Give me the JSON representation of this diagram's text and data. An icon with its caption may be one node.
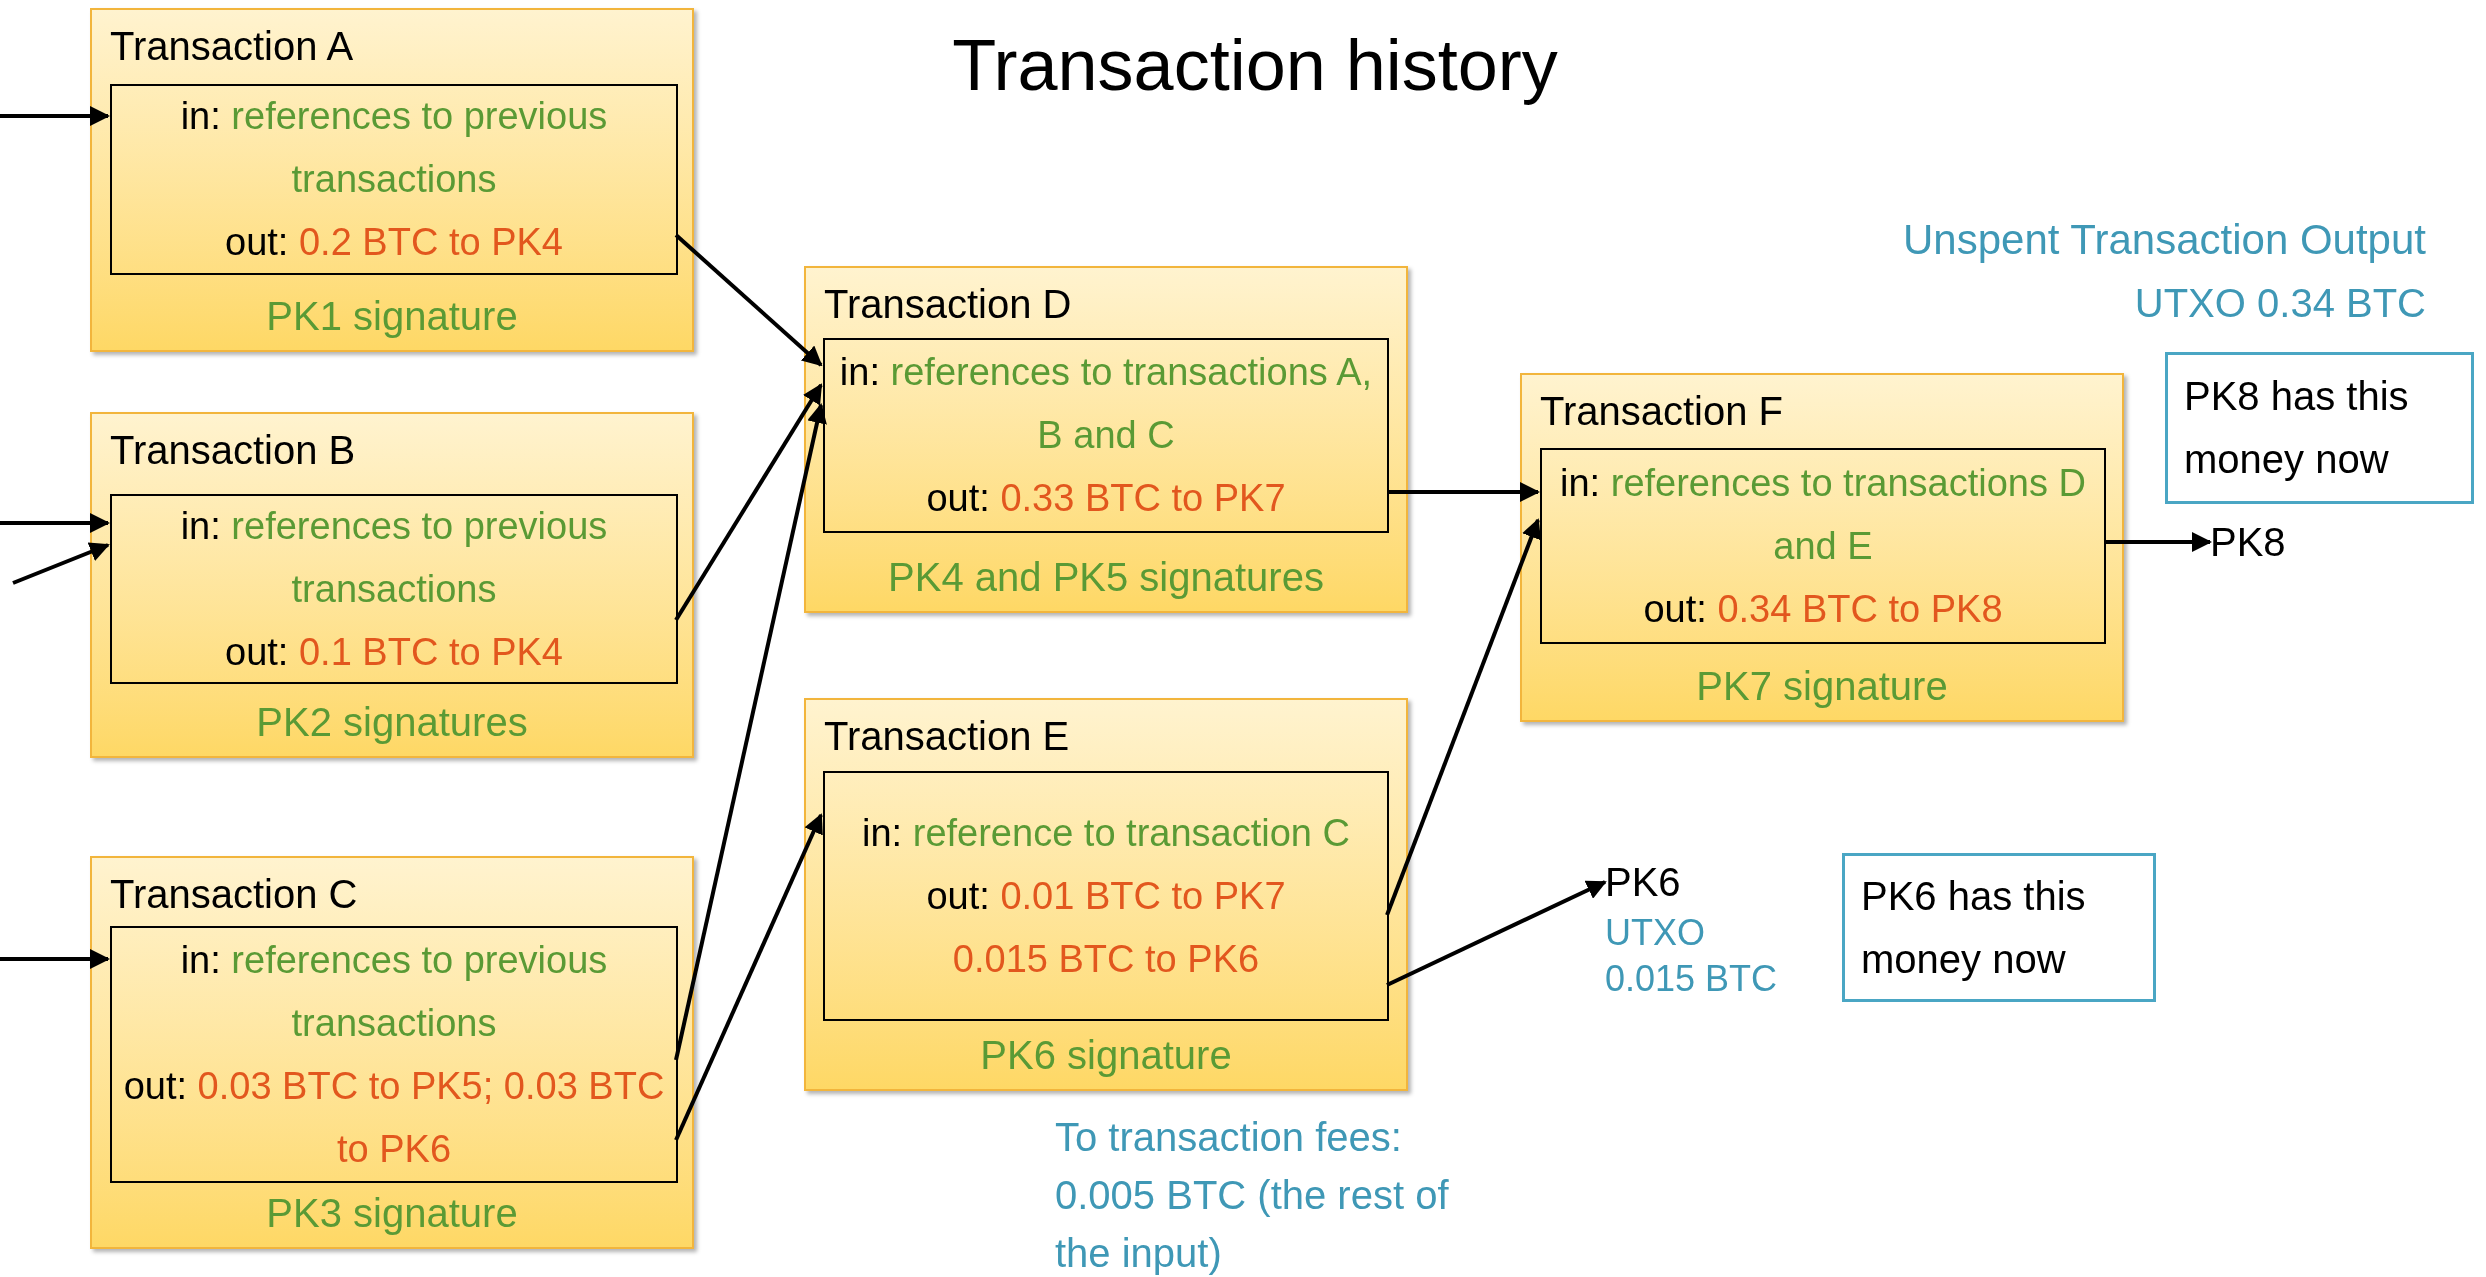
{
  "diagram": {
    "title": "Transaction history",
    "nodes": [
      {
        "text": [
          "Transaction A",
          "PK1 signature"
        ]
      },
      {
        "text": [
          "in: references to previous transactions",
          "out: 0.2 BTC to PK4"
        ],
        "in": 0
      },
      {
        "text": [
          "Transaction B",
          "PK2 signatures"
        ]
      },
      {
        "text": [
          "in: references to previous transactions",
          "out: 0.1 BTC  to PK4"
        ],
        "in": 2
      },
      {
        "text": [
          "Transaction C",
          "PK3 signature"
        ]
      },
      {
        "text": [
          "in: references to previous transactions",
          "out: 0.03 BTC to PK5; 0.03 BTC to PK6"
        ],
        "in": 4
      },
      {
        "text": [
          "Transaction D",
          "PK4 and PK5 signatures"
        ]
      },
      {
        "text": [
          "in: references to transactions A, B and C",
          "out: 0.33 BTC to PK7"
        ],
        "in": 6
      },
      {
        "text": [
          "Transaction E",
          "PK6 signature"
        ]
      },
      {
        "text": [
          "in: reference to transaction C",
          "out: 0.01 BTC to PK7",
          "0.015 BTC to PK6"
        ],
        "in": 8
      },
      {
        "text": [
          "Transaction F",
          "PK7 signature"
        ]
      },
      {
        "text": [
          "in: references to transactions D and E",
          "out: 0.34 BTC to PK8"
        ],
        "in": 10
      },
      {
        "text": [
          "PK8 has this money now"
        ]
      },
      {
        "text": [
          "PK8"
        ]
      },
      {
        "text": [
          "PK6"
        ],
        "beside": [
          "UTXO",
          "0.015 BTC"
        ]
      },
      {
        "text": [
          "PK6 has this money now"
        ]
      }
    ],
    "edges": [
      {
        "from": null,
        "to": 1,
        "arrow": "to"
      },
      {
        "from": null,
        "to": 3,
        "arrow": "to"
      },
      {
        "from": null,
        "to": 3,
        "arrow": "to"
      },
      {
        "from": null,
        "to": 5,
        "arrow": "to"
      },
      {
        "from": 1,
        "to": 7,
        "arrow": "to"
      },
      {
        "from": 3,
        "to": 7,
        "arrow": "to"
      },
      {
        "from": 5,
        "to": 7,
        "arrow": "to"
      },
      {
        "from": 5,
        "to": 9,
        "arrow": "to"
      },
      {
        "from": 7,
        "to": 11,
        "arrow": "to"
      },
      {
        "from": 9,
        "to": 11,
        "arrow": "to"
      },
      {
        "from": 9,
        "to": 14,
        "arrow": "to"
      },
      {
        "from": 11,
        "to": 13,
        "arrow": "to"
      }
    ],
    "labels": [
      "Unspent Transaction Output",
      "UTXO 0.34 BTC",
      "To transaction fees: 0.005 BTC (the rest of the input)"
    ]
  }
}
